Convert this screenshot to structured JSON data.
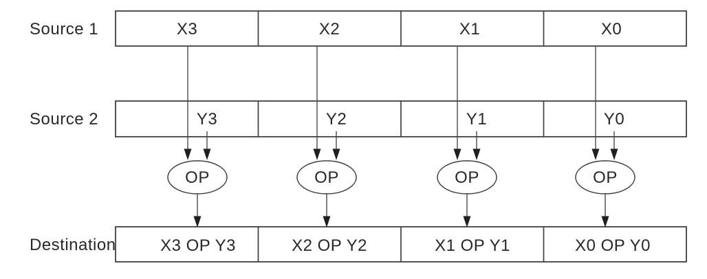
{
  "diagram": {
    "row_labels": {
      "source1": "Source 1",
      "source2": "Source 2",
      "destination": "Destination"
    },
    "source1_cells": [
      "X3",
      "X2",
      "X1",
      "X0"
    ],
    "source2_cells": [
      "Y3",
      "Y2",
      "Y1",
      "Y0"
    ],
    "op_nodes": [
      "OP",
      "OP",
      "OP",
      "OP"
    ],
    "destination_cells": [
      "X3 OP Y3",
      "X2 OP Y2",
      "X1 OP Y1",
      "X0 OP Y0"
    ],
    "colors": {
      "ink": "#282828",
      "line": "#3f3f3f",
      "background": "#ffffff"
    }
  }
}
